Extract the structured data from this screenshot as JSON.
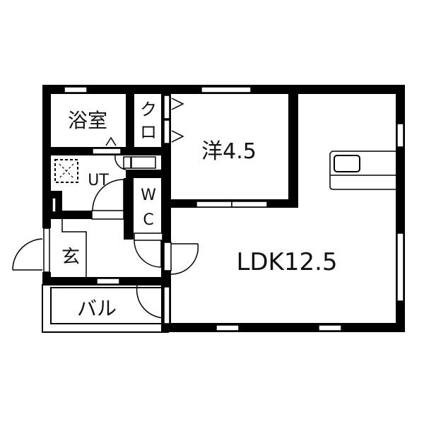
{
  "floorplan": {
    "type": "apartment floor plan",
    "layout": "1LDK",
    "colors": {
      "wall": "#000000",
      "background": "#ffffff",
      "line": "#111111"
    },
    "rooms": [
      {
        "id": "bath",
        "label": "浴室",
        "meaning": "bathroom"
      },
      {
        "id": "closet",
        "label_line1": "ク",
        "label_line2": "ロ",
        "meaning": "closet"
      },
      {
        "id": "western",
        "label": "洋4.5",
        "meaning": "western-style room 4.5 jo"
      },
      {
        "id": "utility",
        "label": "UT",
        "meaning": "utility / laundry"
      },
      {
        "id": "toilet",
        "label_line1": "W",
        "label_line2": "C",
        "meaning": "toilet"
      },
      {
        "id": "entrance",
        "label": "玄",
        "meaning": "entrance (genkan)"
      },
      {
        "id": "balcony",
        "label": "バル",
        "meaning": "balcony"
      },
      {
        "id": "ldk",
        "label": "LDK12.5",
        "meaning": "living dining kitchen 12.5 jo"
      }
    ],
    "fixtures": [
      "washing-machine-pan",
      "kitchen-counter-sink",
      "closet-doors",
      "entrance-door",
      "windows"
    ]
  }
}
